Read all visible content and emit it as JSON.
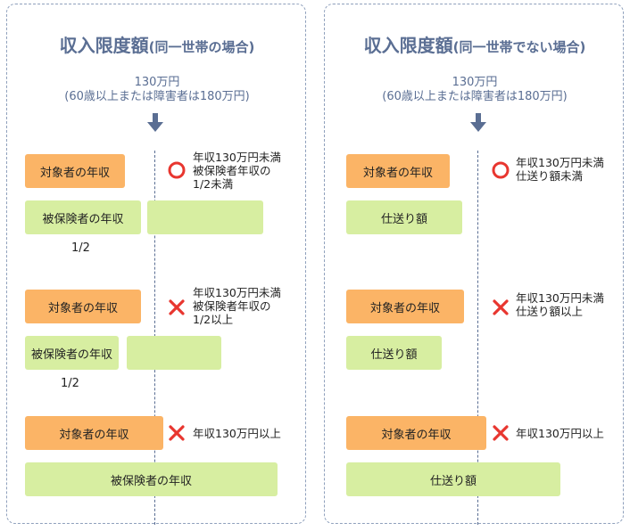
{
  "left": {
    "title_main": "収入限度額",
    "title_sub": "(同一世帯の場合)",
    "limit_line1": "130万円",
    "limit_line2": "(60歳以上または障害者は180万円)",
    "cases": [
      {
        "target_label": "対象者の年収",
        "insured_label": "被保険者の年収",
        "fraction": "1/2",
        "mark": "ok",
        "note": [
          "年収130万円未満",
          "被保険者年収の",
          "1/2未満"
        ]
      },
      {
        "target_label": "対象者の年収",
        "insured_label": "被保険者の年収",
        "fraction": "1/2",
        "mark": "ng",
        "note": [
          "年収130万円未満",
          "被保険者年収の",
          "1/2以上"
        ]
      },
      {
        "target_label": "対象者の年収",
        "insured_label": "被保険者の年収",
        "mark": "ng",
        "note": [
          "年収130万円以上"
        ]
      }
    ]
  },
  "right": {
    "title_main": "収入限度額",
    "title_sub": "(同一世帯でない場合)",
    "limit_line1": "130万円",
    "limit_line2": "(60歳以上または障害者は180万円)",
    "cases": [
      {
        "target_label": "対象者の年収",
        "insured_label": "仕送り額",
        "mark": "ok",
        "note": [
          "年収130万円未満",
          "仕送り額未満"
        ]
      },
      {
        "target_label": "対象者の年収",
        "insured_label": "仕送り額",
        "mark": "ng",
        "note": [
          "年収130万円未満",
          "仕送り額以上"
        ]
      },
      {
        "target_label": "対象者の年収",
        "insured_label": "仕送り額",
        "mark": "ng",
        "note": [
          "年収130万円以上"
        ]
      }
    ]
  },
  "colors": {
    "title": "#5a6e93",
    "target_bar": "#fbb466",
    "insured_bar": "#d7eea1",
    "ok_mark": "#e8362f",
    "ng_mark": "#e8362f"
  }
}
